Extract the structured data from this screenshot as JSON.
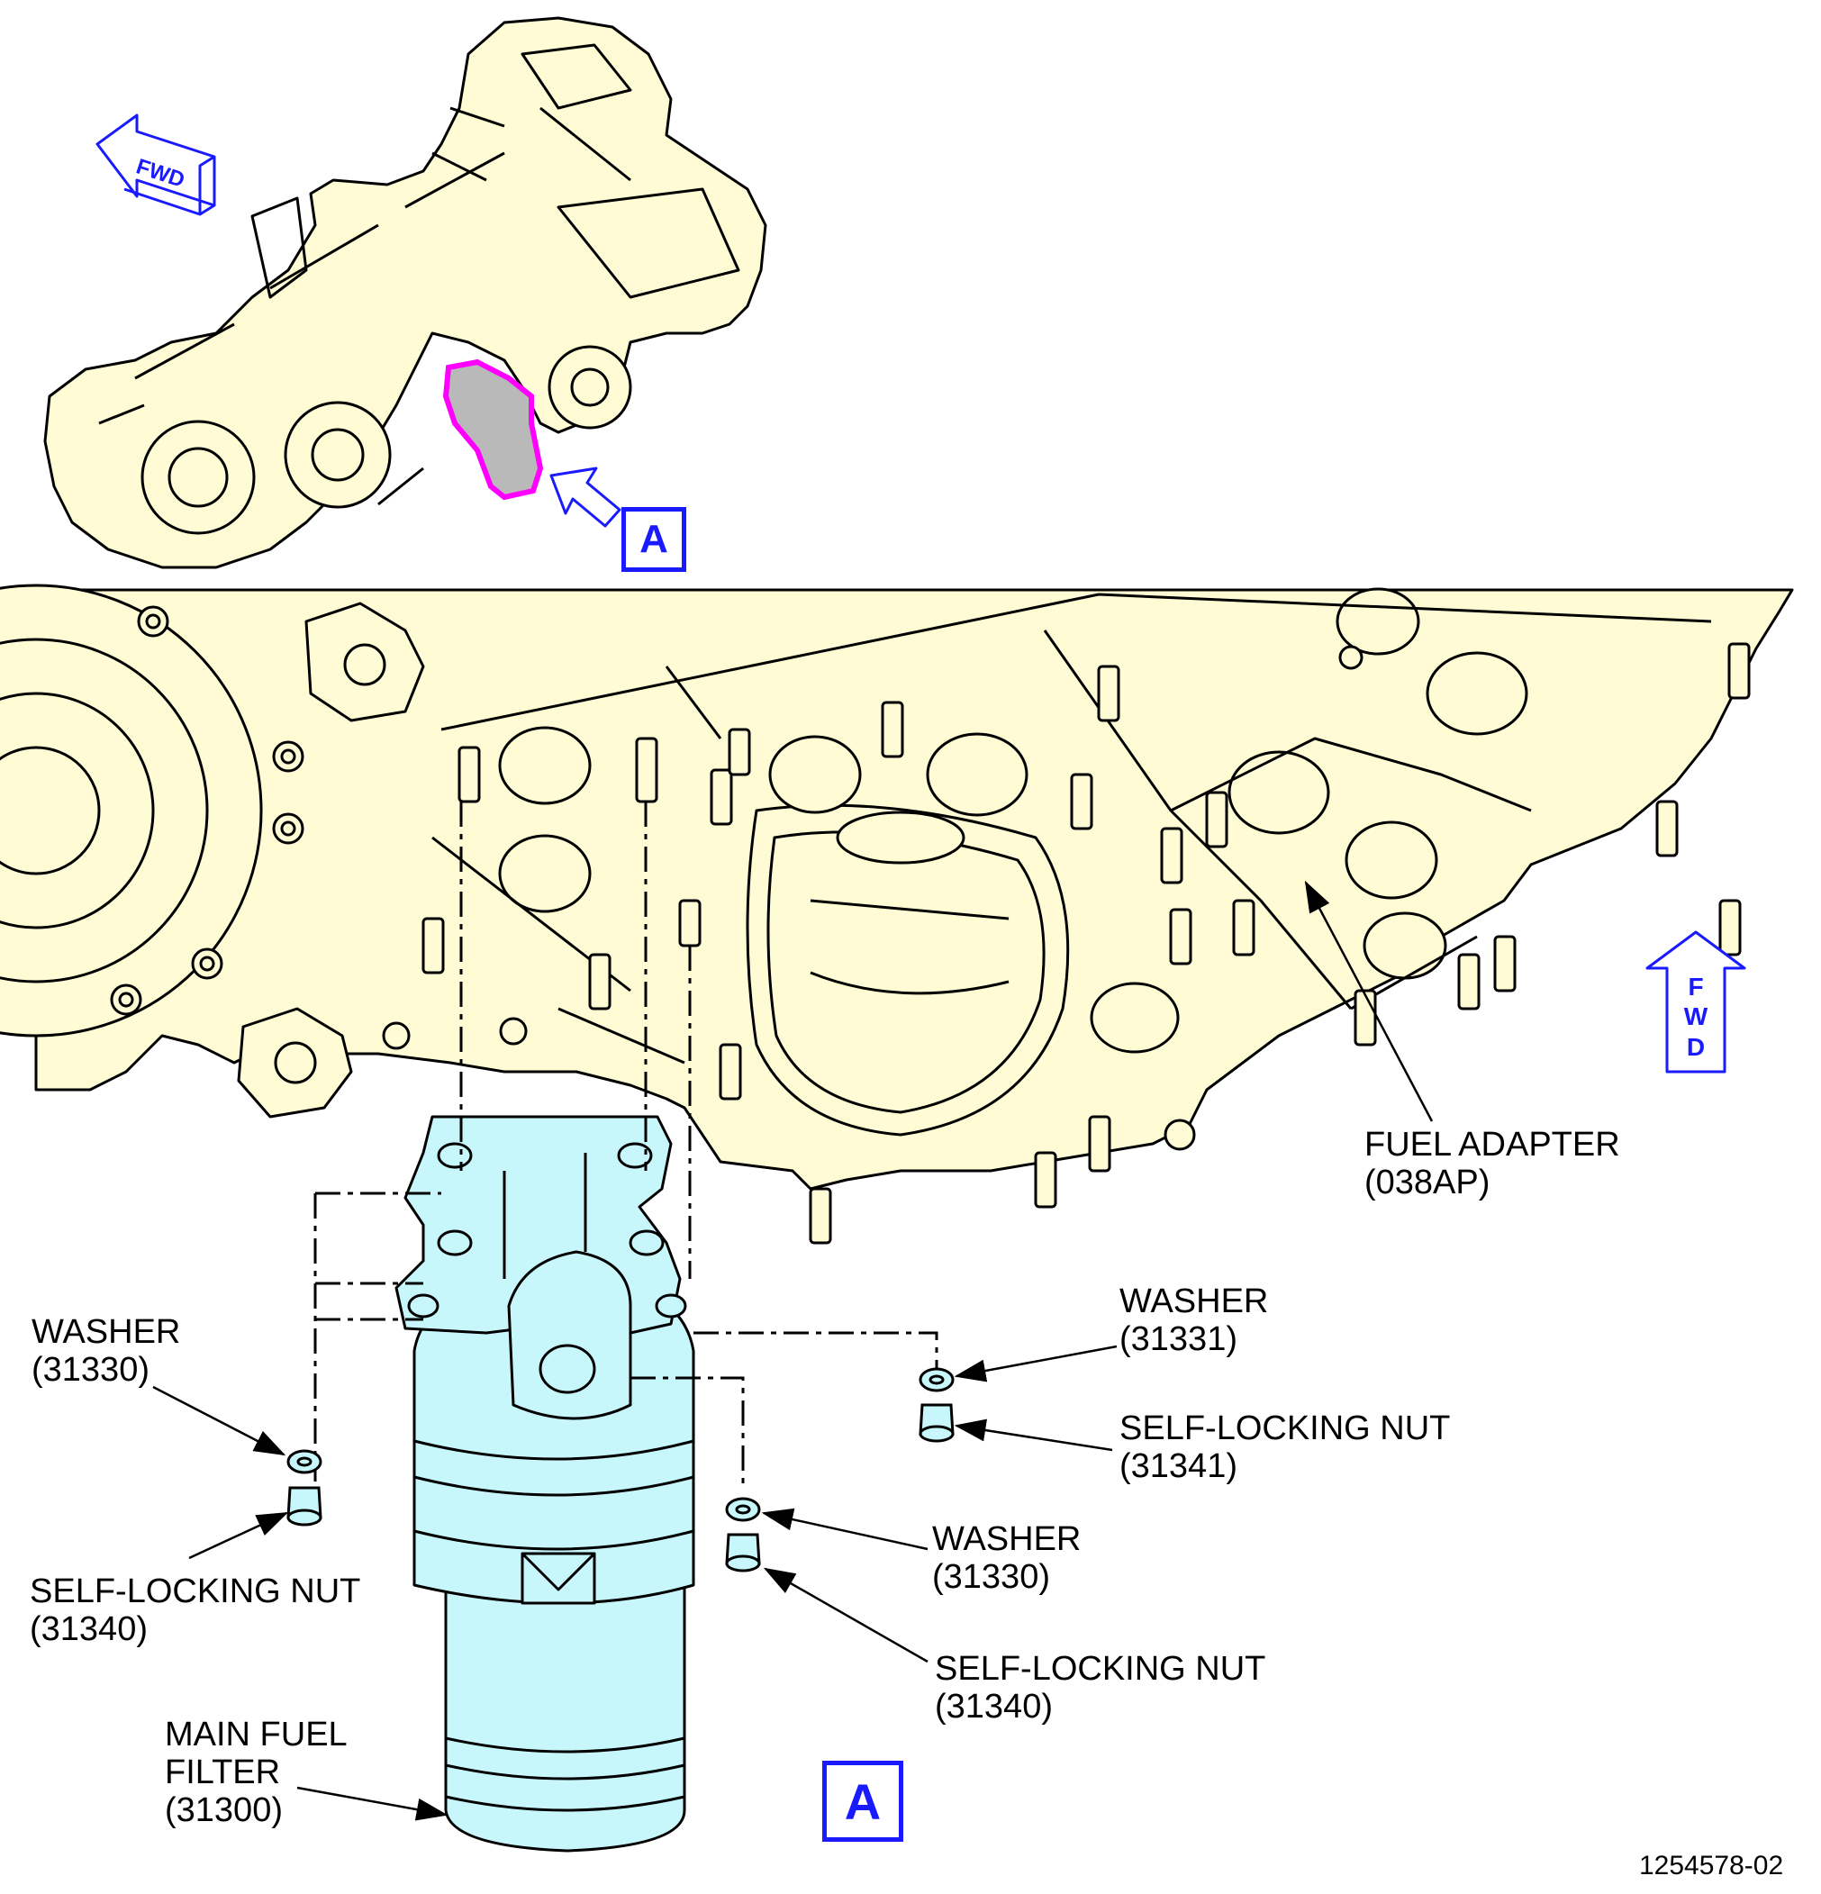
{
  "colors": {
    "engine_fill": "#fffbd4",
    "filter_fill": "#c8f7fb",
    "highlight": "#ff00ff",
    "accent_blue": "#1a1aff",
    "line": "#000000"
  },
  "orientation": {
    "top_fwd": "FWD",
    "side_fwd": [
      "F",
      "W",
      "D"
    ]
  },
  "view_refs": {
    "top": "A",
    "bottom": "A"
  },
  "labels": {
    "fuel_adapter": {
      "name": "FUEL ADAPTER",
      "code": "(038AP)"
    },
    "washer_left": {
      "name": "WASHER",
      "code": "(31330)"
    },
    "nut_left": {
      "name": "SELF-LOCKING NUT",
      "code": "(31340)"
    },
    "washer_right_top": {
      "name": "WASHER",
      "code": "(31331)"
    },
    "nut_right_top": {
      "name": "SELF-LOCKING NUT",
      "code": "(31341)"
    },
    "washer_right_mid": {
      "name": "WASHER",
      "code": "(31330)"
    },
    "nut_right_bottom": {
      "name": "SELF-LOCKING NUT",
      "code": "(31340)"
    },
    "main_filter": {
      "line1": "MAIN FUEL",
      "line2": "FILTER",
      "code": "(31300)"
    }
  },
  "document_number": "1254578-02"
}
